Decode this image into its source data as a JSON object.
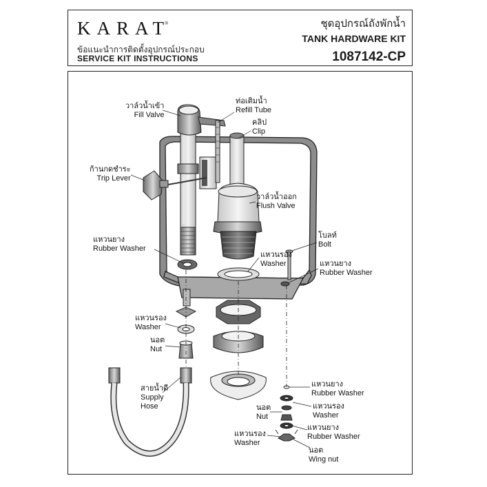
{
  "header": {
    "brand": "KARAT",
    "brand_mark": "®",
    "title_th": "ชุดอุปกรณ์ถังพักน้ำ",
    "title_en": "TANK HARDWARE KIT",
    "instructions_th": "ข้อแนะนำการติดตั้งอุปกรณ์ประกอบ",
    "instructions_en": "SERVICE KIT INSTRUCTIONS",
    "model": "1087142-CP"
  },
  "labels": {
    "fill_valve": {
      "th": "วาล์วน้ำเข้า",
      "en": "Fill Valve"
    },
    "refill_tube": {
      "th": "ท่อเติมน้ำ",
      "en": "Refill Tube"
    },
    "clip": {
      "th": "คลิป",
      "en": "Clip"
    },
    "trip_lever": {
      "th": "ก้านกดชำระ",
      "en": "Trip Lever"
    },
    "flush_valve": {
      "th": "วาล์วน้ำออก",
      "en": "Flush Valve"
    },
    "rubber_washer_left": {
      "th": "แหวนยาง",
      "en": "Rubber Washer"
    },
    "washer_center": {
      "th": "แหวนรอง",
      "en": "Washer"
    },
    "bolt": {
      "th": "โบลท์",
      "en": "Bolt"
    },
    "rubber_washer_right": {
      "th": "แหวนยาง",
      "en": "Rubber Washer"
    },
    "washer_left": {
      "th": "แหวนรอง",
      "en": "Washer"
    },
    "nut_left": {
      "th": "นอต",
      "en": "Nut"
    },
    "supply_hose": {
      "th": "สายน้ำดี",
      "en": "Supply",
      "en2": "Hose"
    },
    "rubber_washer_b1": {
      "th": "แหวนยาง",
      "en": "Rubber Washer"
    },
    "washer_b1": {
      "th": "แหวนรอง",
      "en": "Washer"
    },
    "nut_b": {
      "th": "นอต",
      "en": "Nut"
    },
    "rubber_washer_b2": {
      "th": "แหวนยาง",
      "en": "Rubber Washer"
    },
    "washer_b2": {
      "th": "แหวนรอง",
      "en": "Washer"
    },
    "wing_nut": {
      "th": "นอต",
      "en": "Wing nut"
    }
  }
}
